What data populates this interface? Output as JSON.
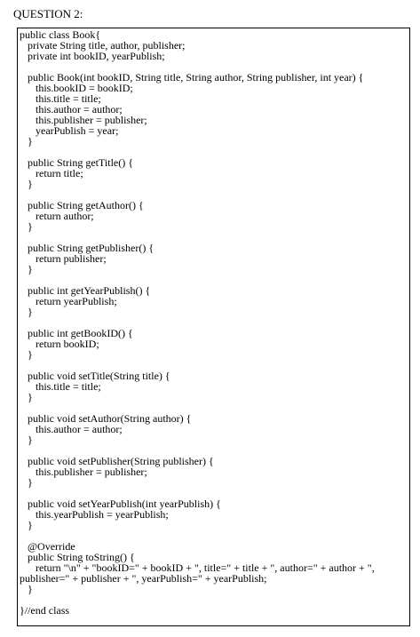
{
  "question": {
    "title": "QUESTION 2:"
  },
  "code": {
    "lines": [
      "public class Book{",
      "   private String title, author, publisher;",
      "   private int bookID, yearPublish;",
      "",
      "   public Book(int bookID, String title, String author, String publisher, int year) {",
      "      this.bookID = bookID;",
      "      this.title = title;",
      "      this.author = author;",
      "      this.publisher = publisher;",
      "      yearPublish = year;",
      "   }",
      "",
      "   public String getTitle() {",
      "      return title;",
      "   }",
      "",
      "   public String getAuthor() {",
      "      return author;",
      "   }",
      "",
      "   public String getPublisher() {",
      "      return publisher;",
      "   }",
      "",
      "   public int getYearPublish() {",
      "      return yearPublish;",
      "   }",
      "",
      "   public int getBookID() {",
      "      return bookID;",
      "   }",
      "",
      "   public void setTitle(String title) {",
      "      this.title = title;",
      "   }",
      "",
      "   public void setAuthor(String author) {",
      "      this.author = author;",
      "   }",
      "",
      "   public void setPublisher(String publisher) {",
      "      this.publisher = publisher;",
      "   }",
      "",
      "   public void setYearPublish(int yearPublish) {",
      "      this.yearPublish = yearPublish;",
      "   }",
      "",
      "   @Override",
      "   public String toString() {",
      "      return \"\\n\" + \"bookID=\" + bookID + \", title=\" + title + \", author=\" + author + \",",
      "publisher=\" + publisher + \", yearPublish=\" + yearPublish;",
      "   }",
      "",
      "}//end class"
    ]
  }
}
